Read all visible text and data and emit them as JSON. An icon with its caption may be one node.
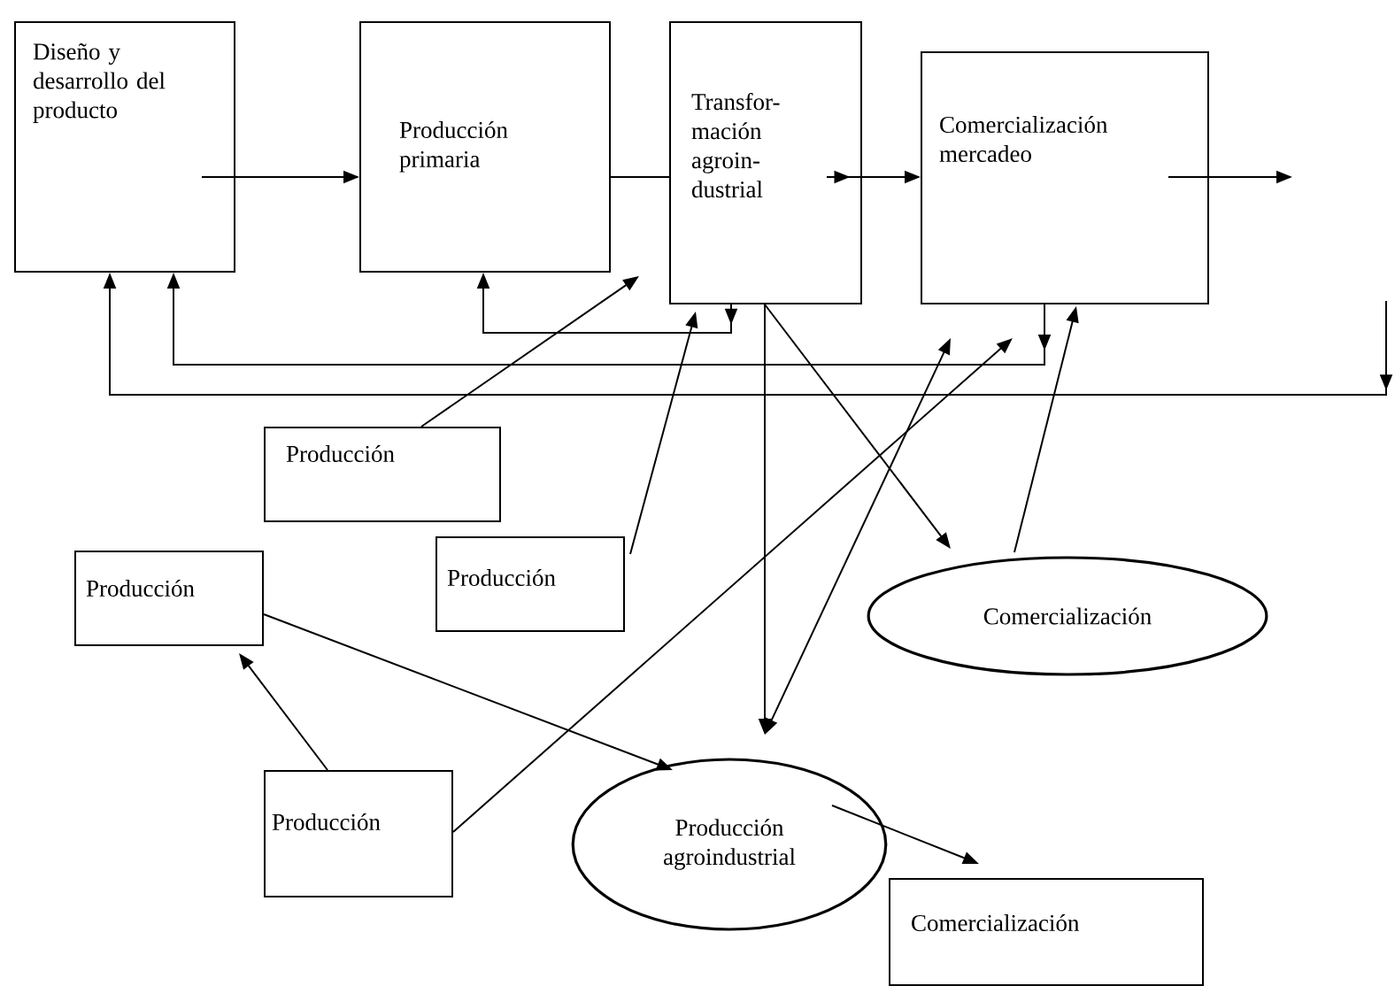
{
  "diagram": {
    "nodes": [
      {
        "text": [
          "Diseño y desarrollo del producto"
        ]
      },
      {
        "text": [
          "Producción primaria"
        ]
      },
      {
        "text": [
          "Transfor- mación agroin- dustrial"
        ]
      },
      {
        "text": [
          "Comercialización mercadeo"
        ]
      },
      {
        "text": [
          "Producción"
        ]
      },
      {
        "text": [
          "Producción"
        ]
      },
      {
        "text": [
          "Producción"
        ]
      },
      {
        "text": [
          "Producción"
        ]
      },
      {
        "text": [
          "Producción agroindustrial"
        ]
      },
      {
        "text": [
          "Comercialización"
        ]
      },
      {
        "text": [
          "Comercialización"
        ]
      }
    ],
    "edges": [
      {
        "from": 0,
        "to": 1,
        "arrow": "to"
      },
      {
        "from": 1,
        "to": 2,
        "arrow": "none"
      },
      {
        "from": 2,
        "to": 3,
        "arrow": "to"
      },
      {
        "from": 3,
        "to": null,
        "arrow": "to"
      },
      {
        "from": 2,
        "to": 1,
        "arrow": "to"
      },
      {
        "from": 3,
        "to": 0,
        "arrow": "to"
      },
      {
        "from": null,
        "to": 0,
        "arrow": "to"
      },
      {
        "from": 4,
        "to": 1,
        "arrow": "to"
      },
      {
        "from": 5,
        "to": 2,
        "arrow": "to"
      },
      {
        "from": 2,
        "to": 9,
        "arrow": "to"
      },
      {
        "from": 2,
        "to": 8,
        "arrow": "to"
      },
      {
        "from": 8,
        "to": 3,
        "arrow": "both"
      },
      {
        "from": 7,
        "to": 3,
        "arrow": "to"
      },
      {
        "from": 9,
        "to": 3,
        "arrow": "to"
      },
      {
        "from": 7,
        "to": 6,
        "arrow": "to"
      },
      {
        "from": 6,
        "to": 8,
        "arrow": "to"
      },
      {
        "from": 8,
        "to": 10,
        "arrow": "to"
      }
    ]
  }
}
